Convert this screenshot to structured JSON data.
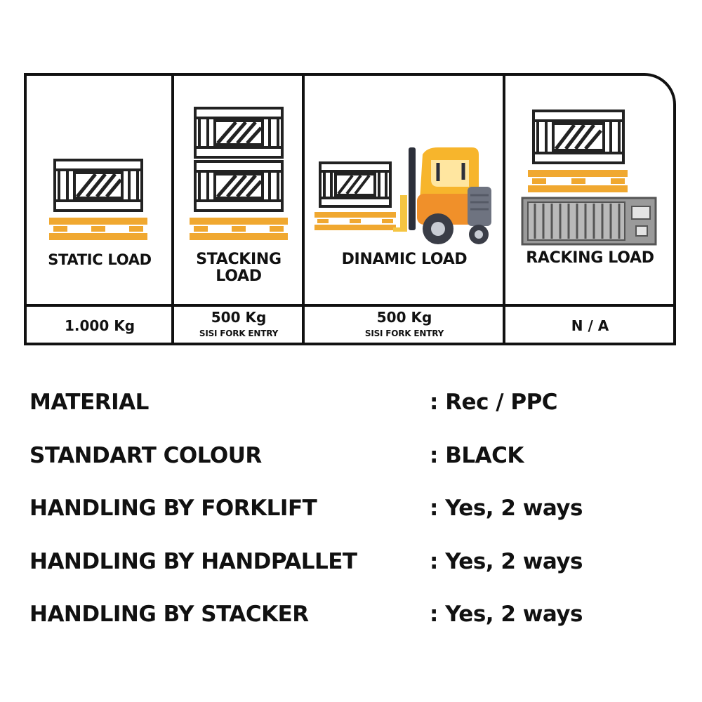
{
  "loads": [
    {
      "label_1": "STATIC LOAD",
      "label_2": "",
      "value": "1.000 Kg",
      "sub": ""
    },
    {
      "label_1": "STACKING",
      "label_2": "LOAD",
      "value": "500 Kg",
      "sub": "SISI FORK ENTRY"
    },
    {
      "label_1": "DINAMIC LOAD",
      "label_2": "",
      "value": "500 Kg",
      "sub": "SISI FORK ENTRY"
    },
    {
      "label_1": "RACKING LOAD",
      "label_2": "",
      "value": "N / A",
      "sub": ""
    }
  ],
  "specs": [
    {
      "label": "MATERIAL",
      "value": ": Rec / PPC"
    },
    {
      "label": "STANDART COLOUR",
      "value": ": BLACK"
    },
    {
      "label": "HANDLING BY FORKLIFT",
      "value": ": Yes, 2 ways"
    },
    {
      "label": "HANDLING BY HANDPALLET",
      "value": ": Yes, 2 ways"
    },
    {
      "label": "HANDLING BY STACKER",
      "value": ": Yes, 2 ways"
    }
  ],
  "colors": {
    "pallet": "#f0a830",
    "pallet_dark": "#d98c1a",
    "forklift": "#f7b52c",
    "container": "#9a9a9a"
  },
  "icons": [
    "crate-on-pallet-icon",
    "stacked-crates-icon",
    "forklift-icon",
    "rack-container-icon"
  ]
}
